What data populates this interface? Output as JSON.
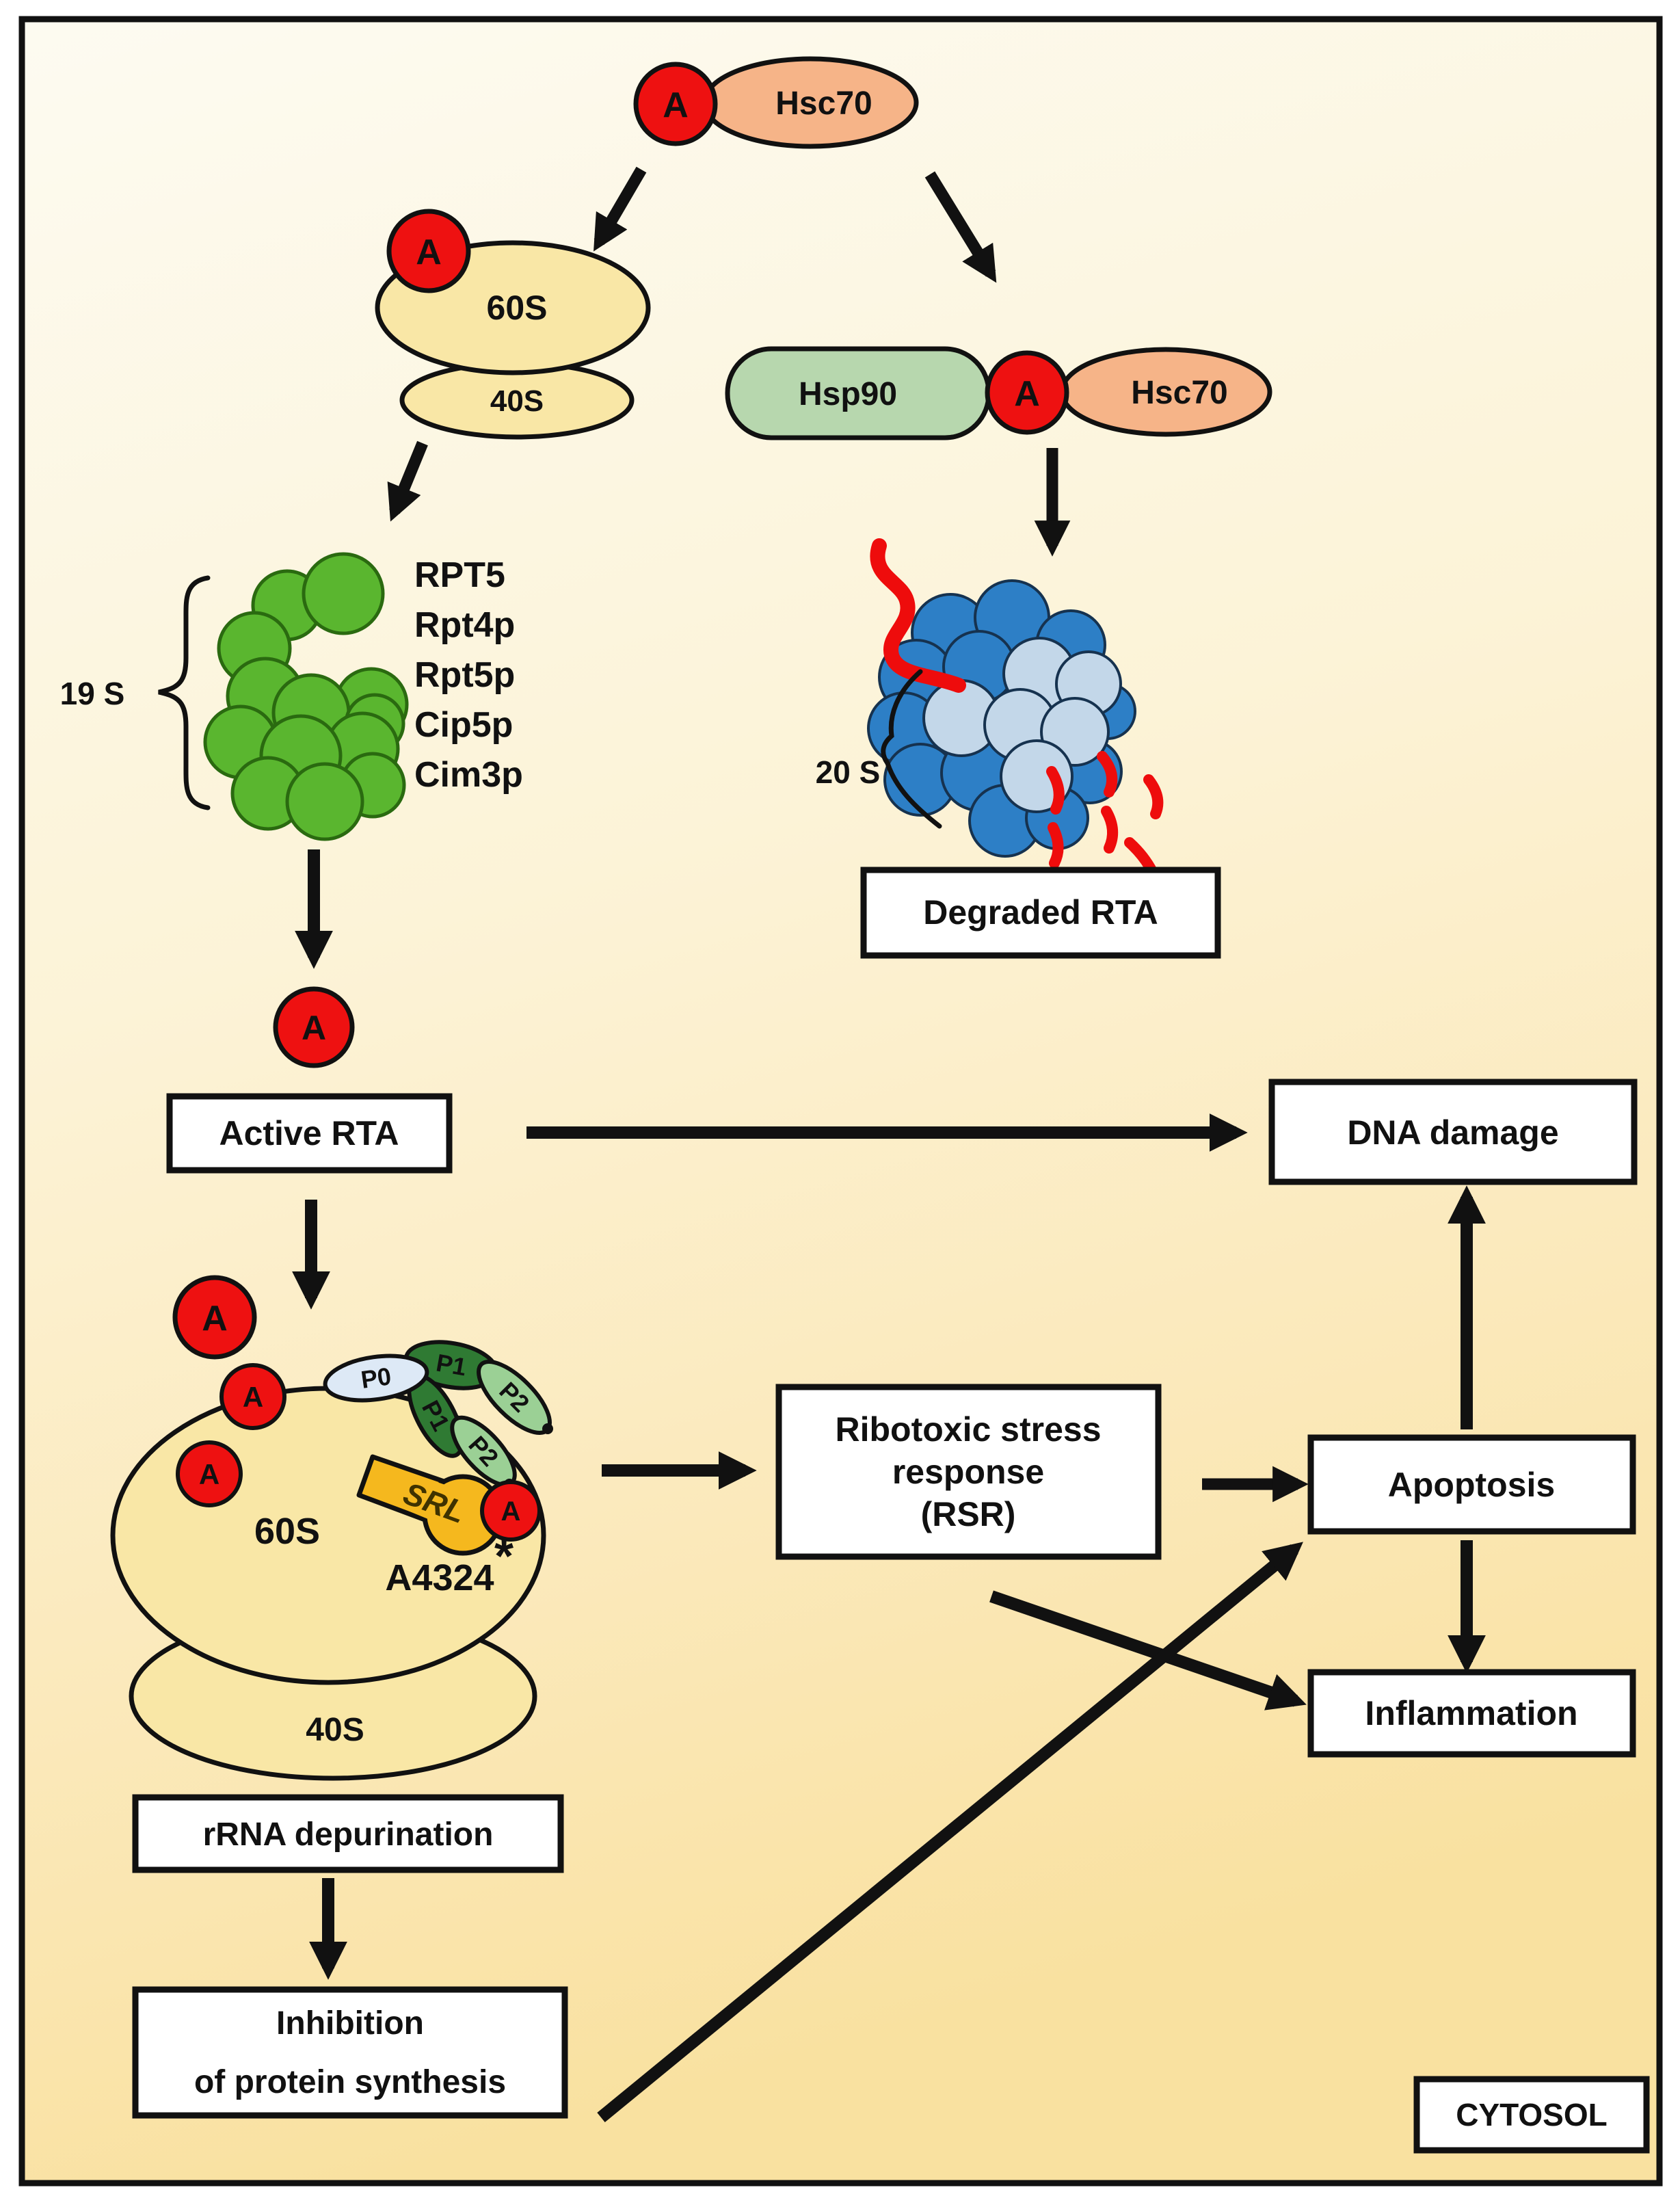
{
  "molecules": {
    "rta_subunit": "A",
    "hsc70": "Hsc70",
    "hsp90": "Hsp90",
    "large_subunit": "60S",
    "small_subunit": "40S",
    "p0": "P0",
    "p1": "P1",
    "p2": "P2",
    "srl": "SRL",
    "srl_site": "A4324",
    "asterisk": "*"
  },
  "proteasome": {
    "cap_19s": "19 S",
    "core_20s": "20 S",
    "subunit_labels": [
      "RPT5",
      "Rpt4p",
      "Rpt5p",
      "Cip5p",
      "Cim3p"
    ]
  },
  "boxes": {
    "degraded_rta": "Degraded RTA",
    "active_rta": "Active RTA",
    "dna_damage": "DNA damage",
    "rsr_line1": "Ribotoxic stress",
    "rsr_line2": "response",
    "rsr_line3": "(RSR)",
    "apoptosis": "Apoptosis",
    "inflammation": "Inflammation",
    "rrna_depurination": "rRNA depurination",
    "inhibition_line1": "Inhibition",
    "inhibition_line2": "of protein synthesis",
    "cytosol": "CYTOSOL"
  },
  "colors": {
    "rta_red": "#ee1111",
    "hsc70_salmon": "#f6b488",
    "hsp90_green": "#b7d7ae",
    "ribosome_yellow": "#f9e7a6",
    "srl_orange": "#f5b81e",
    "p0_blue_white": "#dde9f6",
    "p1_dark_green": "#2f7a33",
    "p2_light_green": "#9bd095",
    "proteasome19s_green": "#5ab62f",
    "proteasome20s_blue": "#2d7fc6",
    "proteasome20s_pale": "#c3d7e9",
    "subunit_label_dark": "#3a3a3a",
    "subunit_label_magenta": "#fb3fc8",
    "rta_fragment_red": "#ee0c0c"
  }
}
